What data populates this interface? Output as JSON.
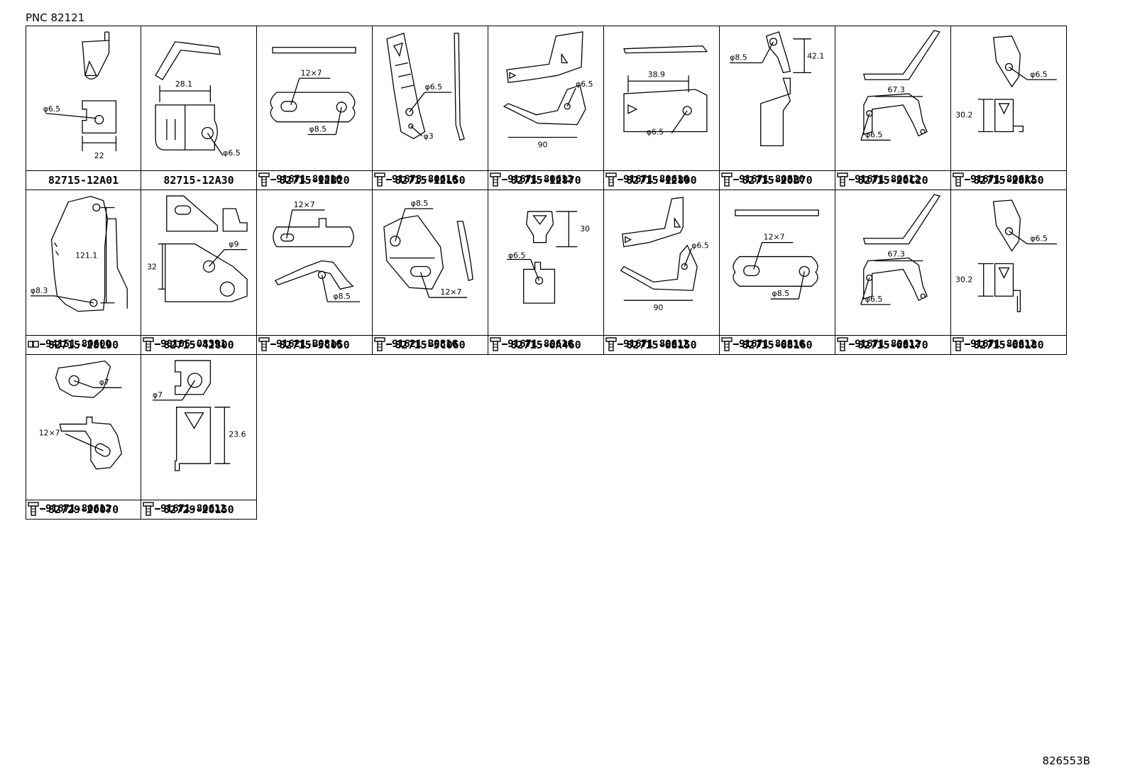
{
  "header": {
    "pnc": "PNC 82121"
  },
  "footer": {
    "code": "826553B"
  },
  "parts": [
    {
      "part": "82715-12A01",
      "fastener": "",
      "dims": [
        "φ6.5",
        "22"
      ]
    },
    {
      "part": "82715-12A30",
      "fastener": "",
      "dims": [
        "28.1",
        "φ6.5"
      ]
    },
    {
      "part": "82715-12B20",
      "fastener": "91671-80816",
      "dims": [
        "12×7",
        "φ8.5"
      ]
    },
    {
      "part": "82715-12L50",
      "fastener": "91673-80616",
      "dims": [
        "φ6.5",
        "φ3"
      ]
    },
    {
      "part": "82715-12870",
      "fastener": "91671-80612",
      "dims": [
        "φ6.5",
        "90"
      ]
    },
    {
      "part": "82715-12890",
      "fastener": "91671-80616",
      "dims": [
        "38.9",
        "φ6.5"
      ]
    },
    {
      "part": "82715-20B70",
      "fastener": "91671-80820",
      "dims": [
        "φ8.5",
        "42.1"
      ]
    },
    {
      "part": "82715-20C20",
      "fastener": "91671-80612",
      "dims": [
        "67.3",
        "φ6.5"
      ]
    },
    {
      "part": "82715-28K50",
      "fastener": "91671-80612",
      "dims": [
        "φ6.5",
        "30.2"
      ]
    },
    {
      "part": "82715-28L90",
      "fastener": "94151-80600",
      "dims": [
        "121.1",
        "φ8.3"
      ]
    },
    {
      "part": "82715-42800",
      "fastener": "90105-08391",
      "dims": [
        "φ9",
        "32"
      ]
    },
    {
      "part": "82715-5C050",
      "fastener": "91621-B0816",
      "dims": [
        "12×7",
        "φ8.5"
      ]
    },
    {
      "part": "82715-5C060",
      "fastener": "91621-B0816",
      "dims": [
        "φ8.5",
        "12×7"
      ]
    },
    {
      "part": "82715-6A460",
      "fastener": "91671-80616",
      "dims": [
        "30",
        "φ6.5"
      ]
    },
    {
      "part": "82715-68150",
      "fastener": "91671-80612",
      "dims": [
        "φ6.5",
        "90"
      ]
    },
    {
      "part": "82715-68160",
      "fastener": "91671-80816",
      "dims": [
        "12×7",
        "φ8.5"
      ]
    },
    {
      "part": "82715-68170",
      "fastener": "91671-80612",
      "dims": [
        "67.3",
        "φ6.5"
      ]
    },
    {
      "part": "82715-68180",
      "fastener": "91671-80612",
      "dims": [
        "φ6.5",
        "30.2"
      ]
    },
    {
      "part": "82729-20070",
      "fastener": "91671-80612",
      "dims": [
        "φ7",
        "12×7"
      ]
    },
    {
      "part": "82729-20150",
      "fastener": "91671-80612",
      "dims": [
        "φ7",
        "23.6"
      ]
    }
  ]
}
